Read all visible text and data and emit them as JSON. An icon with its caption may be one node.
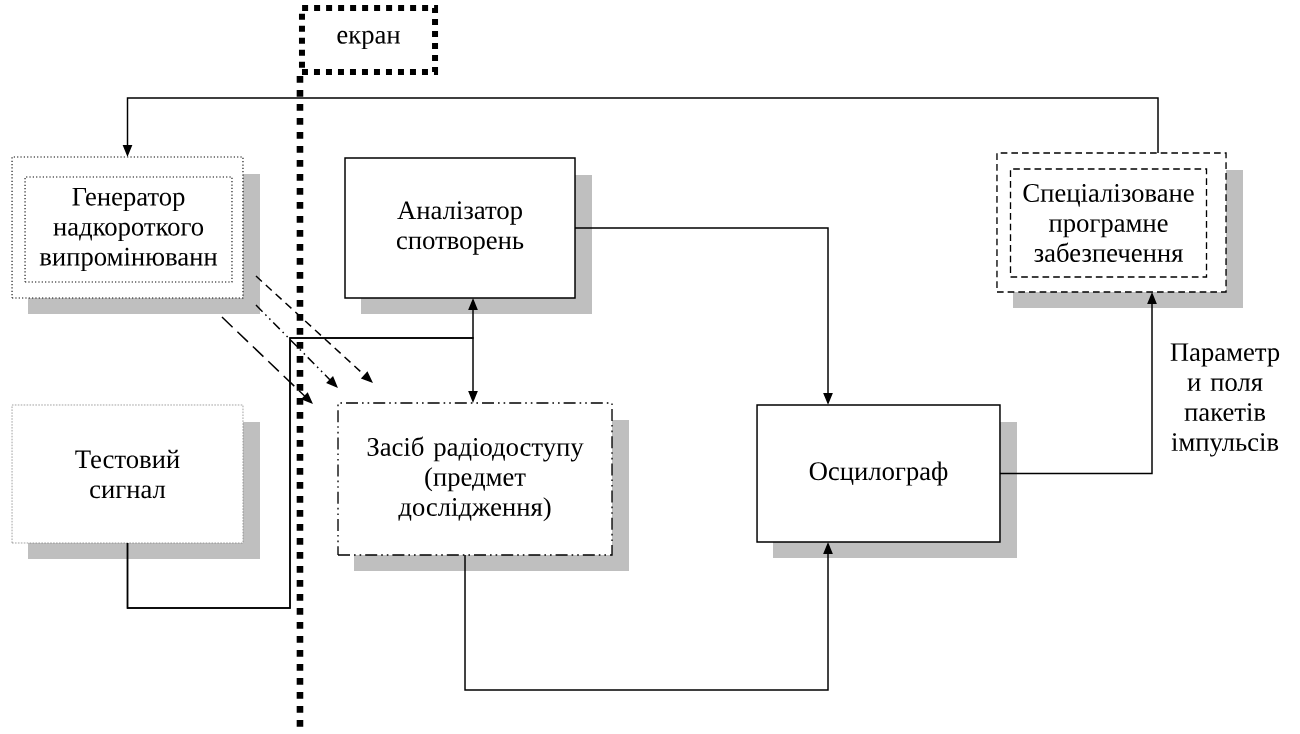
{
  "diagram": {
    "nodes": [
      {
        "text": [
          "екран"
        ]
      },
      {
        "text": [],
        "shape": "box"
      },
      {
        "text": [
          "Генератор надкороткого випромінюванн"
        ],
        "in": 1
      },
      {
        "text": [
          "Аналізатор спотворень"
        ]
      },
      {
        "text": [],
        "shape": "box"
      },
      {
        "text": [
          "Спеціалізоване програмне забезпечення"
        ],
        "in": 4
      },
      {
        "text": [
          "Тестовий сигнал"
        ]
      },
      {
        "text": [
          "Засіб радіодоступу (предмет дослідження)"
        ]
      },
      {
        "text": [
          "Осцилограф"
        ]
      }
    ],
    "edges": [
      {
        "from": 4,
        "to": 1,
        "arrow": "to"
      },
      {
        "from": 3,
        "to": 8,
        "arrow": "to"
      },
      {
        "from": 6,
        "to": 3,
        "arrow": "to"
      },
      {
        "from": 6,
        "to": 7,
        "arrow": "to"
      },
      {
        "from": 7,
        "to": 8,
        "arrow": "to"
      },
      {
        "from": 8,
        "to": 4,
        "arrow": "to",
        "label": "Параметр и поля пакетів імпульсів"
      },
      {
        "from": 1,
        "to": 7,
        "arrow": "to",
        "style": "dashed"
      },
      {
        "from": 1,
        "to": 7,
        "arrow": "to",
        "style": "dashed"
      },
      {
        "from": 1,
        "to": 7,
        "arrow": "to",
        "style": "dashed"
      }
    ]
  }
}
